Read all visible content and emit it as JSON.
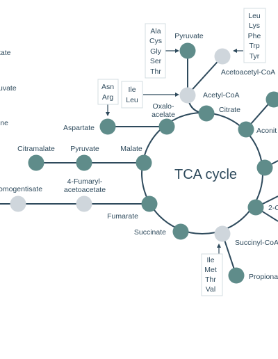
{
  "center_title": "TCA cycle",
  "colors": {
    "dark_node": "#5f8c8a",
    "light_node": "#cfd6dc",
    "line": "#2e4a5c",
    "text": "#2e4a5c"
  },
  "edge_labels": {
    "tate": "tate",
    "uvate": "uvate",
    "ine": "ine"
  },
  "metabolites": {
    "pyruvate_top": "Pyruvate",
    "acetoacetyl_coa": "Acetoacetyl-CoA",
    "acetyl_coa": "Acetyl-CoA",
    "oxaloacetate_line1": "Oxalo-",
    "oxaloacetate_line2": "acelate",
    "citrate": "Citrate",
    "aconit": "Aconit",
    "aspartate": "Aspartate",
    "citramalate": "Citramalate",
    "pyruvate_mid": "Pyruvate",
    "malate": "Malate",
    "homogentisate": "omogentisate",
    "fumarylacetoacetate_line1": "4-Fumaryl-",
    "fumarylacetoacetate_line2": "acetoacetate",
    "fumarate": "Fumarate",
    "succinate": "Succinate",
    "succinyl_coa": "Succinyl-CoA",
    "oxoglutarate_partial": "2-O",
    "propionyl": "Propiona"
  },
  "amino_boxes": {
    "glucogenic_to_pyruvate": [
      "Ala",
      "Cys",
      "Gly",
      "Ser",
      "Thr"
    ],
    "ketogenic_to_acetoacetyl": [
      "Leu",
      "Lys",
      "Phe",
      "Trp",
      "Tyr"
    ],
    "to_acetyl_coa": [
      "Ile",
      "Leu"
    ],
    "to_aspartate": [
      "Asn",
      "Arg"
    ],
    "to_succinyl_coa": [
      "Ile",
      "Met",
      "Thr",
      "Val"
    ]
  }
}
